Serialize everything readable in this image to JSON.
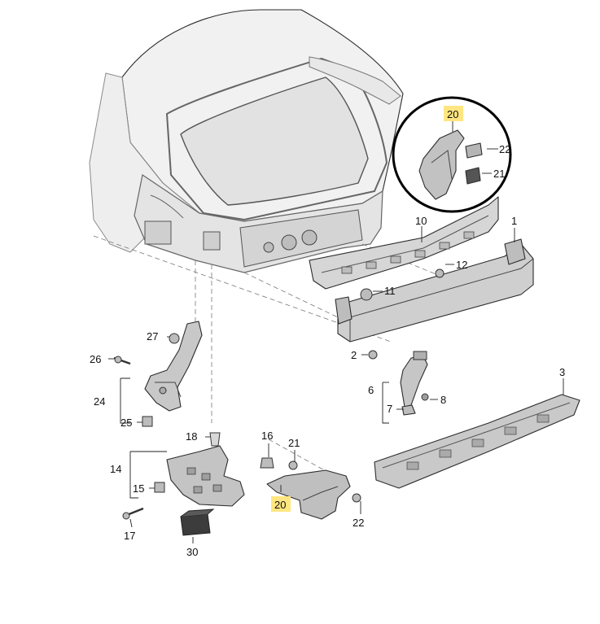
{
  "callouts": {
    "c1": "1",
    "c2": "2",
    "c3": "3",
    "c6": "6",
    "c7": "7",
    "c8": "8",
    "c10": "10",
    "c11": "11",
    "c12": "12",
    "c14": "14",
    "c15": "15",
    "c16": "16",
    "c17": "17",
    "c18": "18",
    "c20a": "20",
    "c20b": "20",
    "c21a": "21",
    "c21b": "21",
    "c22a": "22",
    "c22b": "22",
    "c24": "24",
    "c25": "25",
    "c26": "26",
    "c27": "27",
    "c30": "30"
  },
  "colors": {
    "highlight": "#ffe680",
    "part_fill": "#d9d9d9",
    "body_fill": "#f2f2f2",
    "line": "#2c2c2c"
  }
}
